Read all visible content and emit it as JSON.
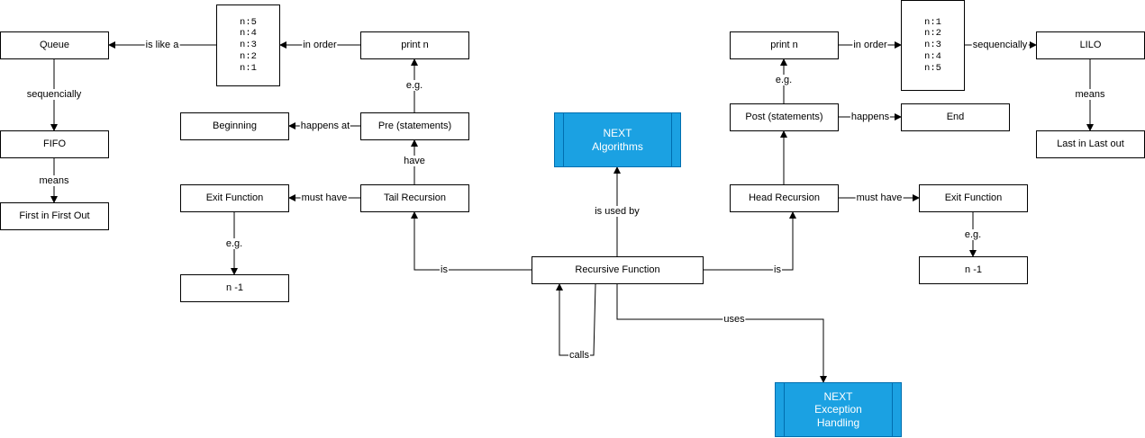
{
  "nodes": {
    "queue": "Queue",
    "stack_left": [
      "n:5",
      "n:4",
      "n:3",
      "n:2",
      "n:1"
    ],
    "print_n_left": "print n",
    "fifo": "FIFO",
    "first_in_first_out": "First in First Out",
    "beginning": "Beginning",
    "pre_statements": "Pre (statements)",
    "exit_function_left": "Exit Function",
    "tail_recursion": "Tail Recursion",
    "n_minus_1_left": "n -1",
    "next_algorithms": [
      "NEXT",
      "Algorithms"
    ],
    "recursive_function": "Recursive Function",
    "print_n_right": "print n",
    "stack_right": [
      "n:1",
      "n:2",
      "n:3",
      "n:4",
      "n:5"
    ],
    "lilo": "LILO",
    "post_statements": "Post (statements)",
    "end": "End",
    "last_in_last_out": "Last in Last out",
    "head_recursion": "Head Recursion",
    "exit_function_right": "Exit Function",
    "n_minus_1_right": "n -1",
    "next_exception": [
      "NEXT",
      "Exception",
      "Handling"
    ]
  },
  "edges": {
    "is_like_a": "is like a",
    "in_order_left": "in order",
    "sequencially_left": "sequencially",
    "eg_print_left": "e.g.",
    "means_left": "means",
    "happens_at": "happens at",
    "have": "have",
    "must_have_left": "must have",
    "eg_exit_left": "e.g.",
    "is_tail": "is",
    "is_used_by": "is used by",
    "is_head": "is",
    "uses": "uses",
    "calls": "calls",
    "eg_print_right": "e.g.",
    "in_order_right": "in order",
    "sequencially_right": "sequencially",
    "happens": "happens",
    "means_right": "means",
    "must_have_right": "must have",
    "eg_exit_right": "e.g."
  }
}
